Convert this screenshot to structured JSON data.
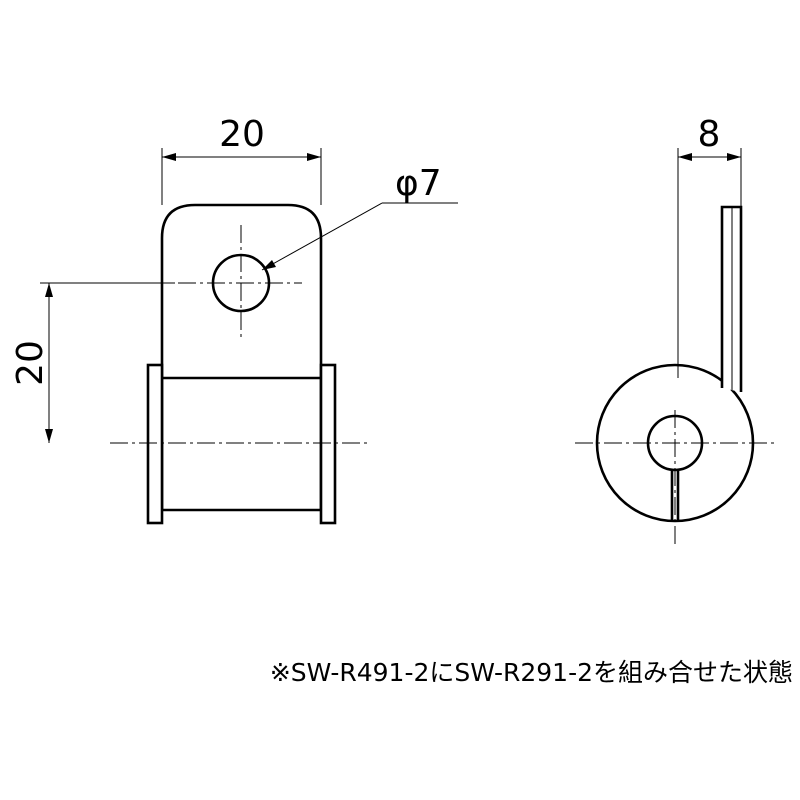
{
  "dimensions": {
    "front_width": "20",
    "hole_diameter": "φ7",
    "front_height": "20",
    "side_thickness": "8"
  },
  "note": "※SW-R491-2にSW-R291-2を組み合せた状態"
}
